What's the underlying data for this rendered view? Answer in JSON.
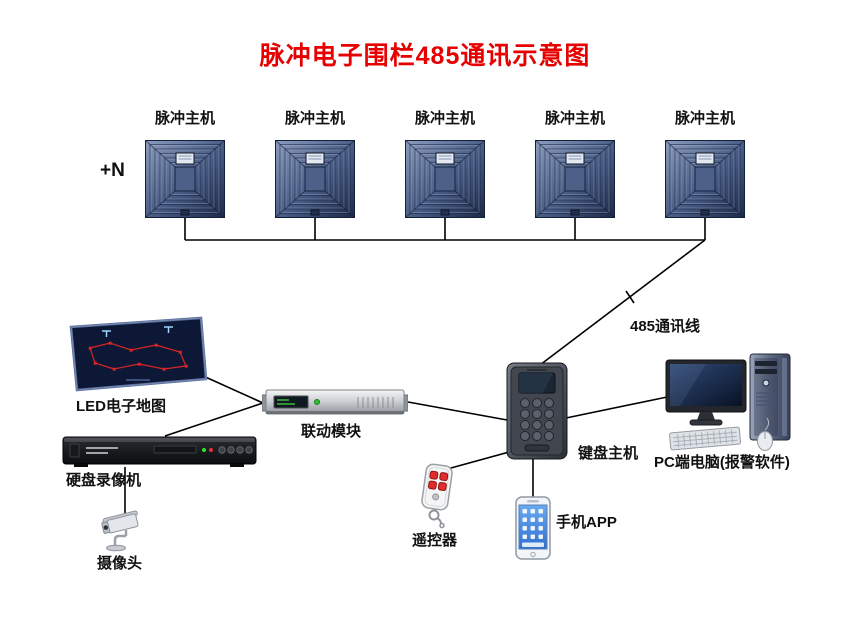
{
  "title": "脉冲电子围栏485通讯示意图",
  "annotations": {
    "n_label": "+N",
    "bus_label": "485通讯线"
  },
  "hosts": {
    "items": [
      "脉冲主机",
      "脉冲主机",
      "脉冲主机",
      "脉冲主机",
      "脉冲主机"
    ]
  },
  "devices": {
    "led_map": "LED电子地图",
    "dvr": "硬盘录像机",
    "camera": "摄像头",
    "linkage": "联动模块",
    "keypad": "键盘主机",
    "remote": "遥控器",
    "phone": "手机APP",
    "pc": "PC端电脑(报警软件)"
  },
  "colors": {
    "title_color": "#e60000",
    "line_color": "#000000",
    "host_body": "#445880",
    "led_screen": "#0d1736",
    "led_trace": "#d92525",
    "remote_button": "#e02c2c",
    "phone_screen": "#4a8fe8"
  }
}
